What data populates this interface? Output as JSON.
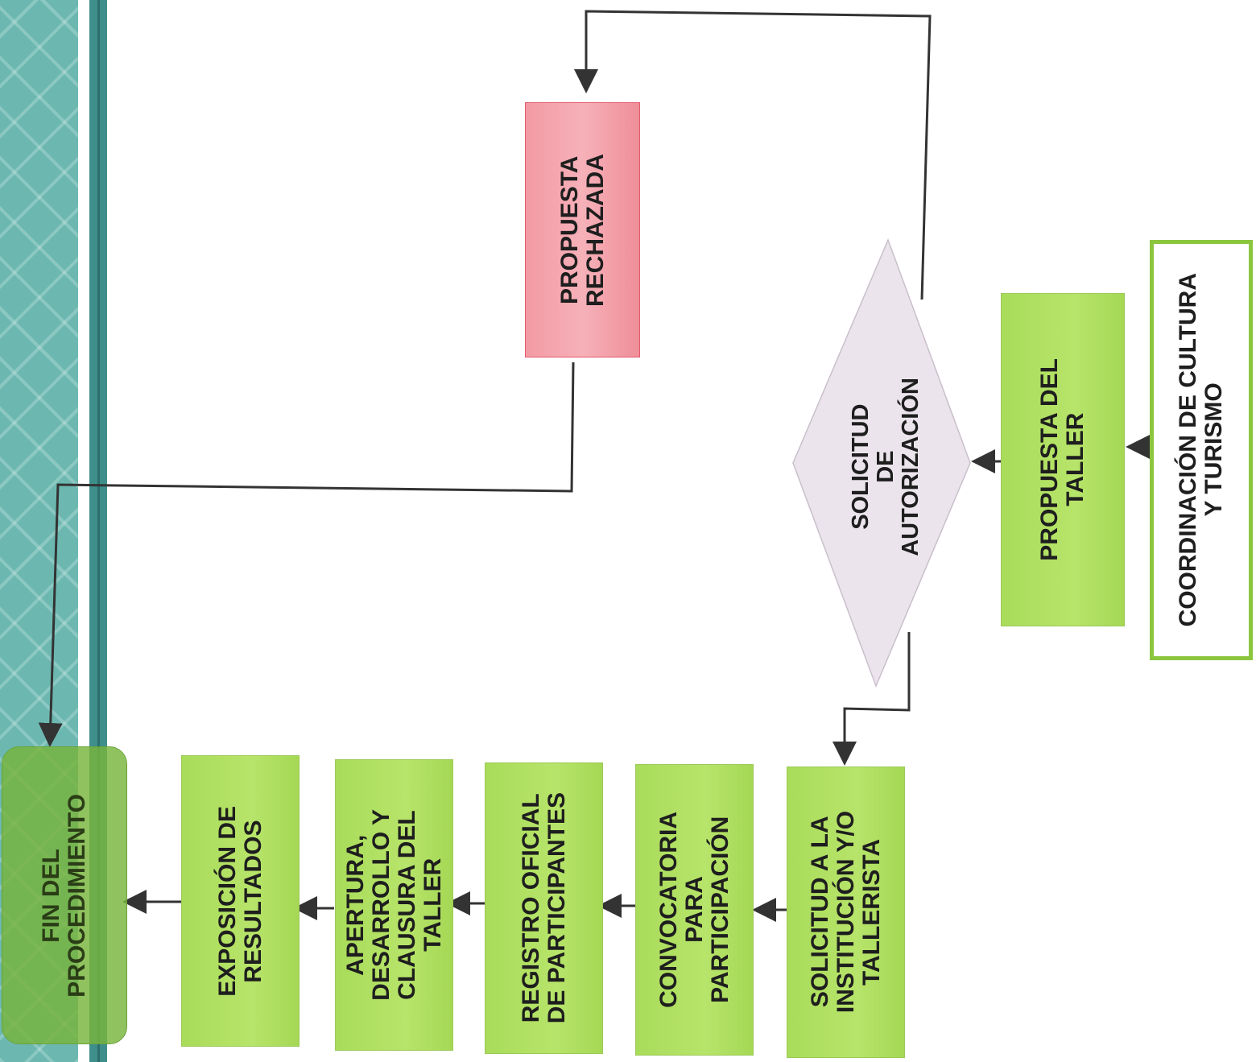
{
  "nodes": {
    "coordinacion": "COORDINACIÓN DE CULTURA\nY TURISMO",
    "propuesta_taller": "PROPUESTA DEL\nTALLER",
    "solicitud_autorizacion": "SOLICITUD\nDE\nAUTORIZACIÓN",
    "propuesta_rechazada": "PROPUESTA\nRECHAZADA",
    "solicitud_institucion": "SOLICITUD A LA\nINSTITUCIÓN Y/O\nTALLERISTA",
    "convocatoria": "CONVOCATORIA\nPARA\nPARTICIPACIÓN",
    "registro": "REGISTRO OFICIAL\nDE PARTICIPANTES",
    "apertura": "APERTURA,\nDESARROLLO Y\nCLAUSURA DEL\nTALLER",
    "exposicion": "EXPOSICIÓN DE\nRESULTADOS",
    "fin": "FIN DEL\nPROCEDIMIENTO"
  },
  "colors": {
    "process_green": "#b2e062",
    "rejected_red": "#f4a3ad",
    "decision_fill": "#ebe4ec",
    "outline_green": "#8cc63f",
    "border_teal": "#6cb8b1",
    "connector": "#333333"
  }
}
